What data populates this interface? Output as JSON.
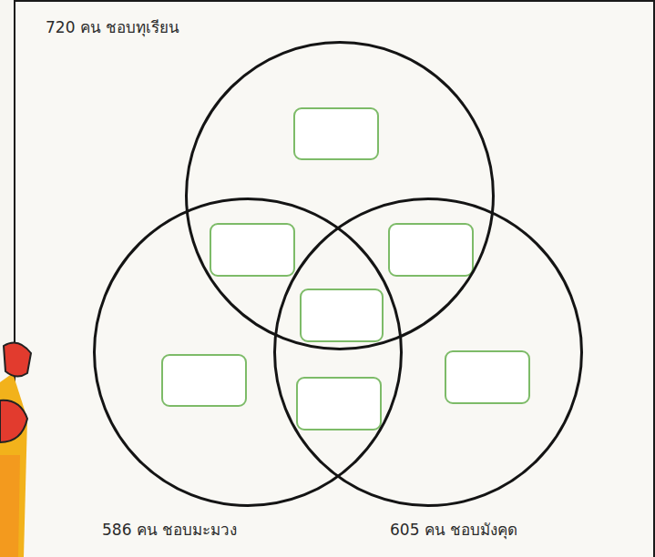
{
  "diagram": {
    "nodes": [
      {
        "text": [
          "720 คน  ชอบทุเรียน"
        ]
      },
      {
        "text": [
          "586 คน  ชอบมะมวง"
        ]
      },
      {
        "text": [
          "605 คน  ชอบมังคุด"
        ]
      }
    ]
  }
}
